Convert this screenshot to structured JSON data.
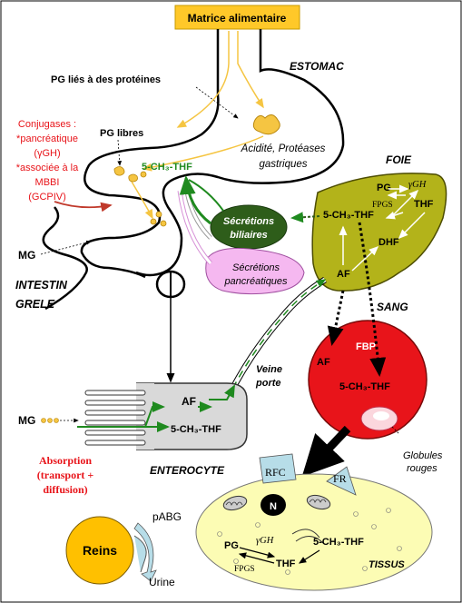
{
  "labels": {
    "matrice": "Matrice alimentaire",
    "estomac": "ESTOMAC",
    "pg_proteines": "PG liés à des protéines",
    "conjugases_title": "Conjugases :",
    "conj_pancreatique": "*pancréatique",
    "conj_ggh": "(γGH)",
    "conj_associee": "*associée à la",
    "conj_mbbi": "MBBI",
    "conj_gcpiv": "(GCPIV)",
    "pg_libres": "PG libres",
    "acidite": "Acidité, Protéases",
    "gastriques": "gastriques",
    "ch3thf_top": "5-CH₃-THF",
    "foie": "FOIE",
    "mg_left": "MG",
    "intestin": "INTESTIN",
    "grele": "GRELE",
    "secretions_biliaires_1": "Sécrétions",
    "secretions_biliaires_2": "biliaires",
    "secretions_pancreatiques_1": "Sécrétions",
    "secretions_pancreatiques_2": "pancréatiques",
    "liver_pg": "PG",
    "liver_ggh": "γGH",
    "liver_fpgs": "FPGS",
    "liver_thf": "THF",
    "liver_ch3thf": "5-CH₃-THF",
    "liver_dhf": "DHF",
    "liver_af": "AF",
    "sang": "SANG",
    "fbp": "FBP",
    "blood_af": "AF",
    "blood_ch3thf": "5-CH₃-THF",
    "globules_1": "Globules",
    "globules_2": "rouges",
    "veine_1": "Veine",
    "veine_2": "porte",
    "entero_af": "AF",
    "entero_ch3thf": "5-CH₃-THF",
    "mg_bottom": "MG",
    "enterocyte": "ENTEROCYTE",
    "absorption_1": "Absorption",
    "absorption_2": "(transport +",
    "absorption_3": "diffusion)",
    "rfc": "RFC",
    "fr": "FR",
    "nucleus": "N",
    "tissus_pg": "PG",
    "tissus_ggh": "γGH",
    "tissus_thf": "THF",
    "tissus_fpgs": "FPGS",
    "tissus_ch3thf": "5-CH₃-THF",
    "tissus": "TISSUS",
    "reins": "Reins",
    "pabg": "pABG",
    "urine": "Urine"
  },
  "colors": {
    "matrice_fill": "#ffc829",
    "liver_fill": "#b3b31a",
    "bile_fill": "#2e5d1a",
    "pancreas_fill": "#f5b8f0",
    "blood_fill": "#e8141a",
    "enterocyte_fill": "#d9d9d9",
    "tissue_fill": "#fcfcb4",
    "kidney_fill": "#ffc000",
    "green_arrow": "#1f8a1f",
    "red_text": "#e8141a",
    "receptor_fill": "#b7dde8"
  }
}
